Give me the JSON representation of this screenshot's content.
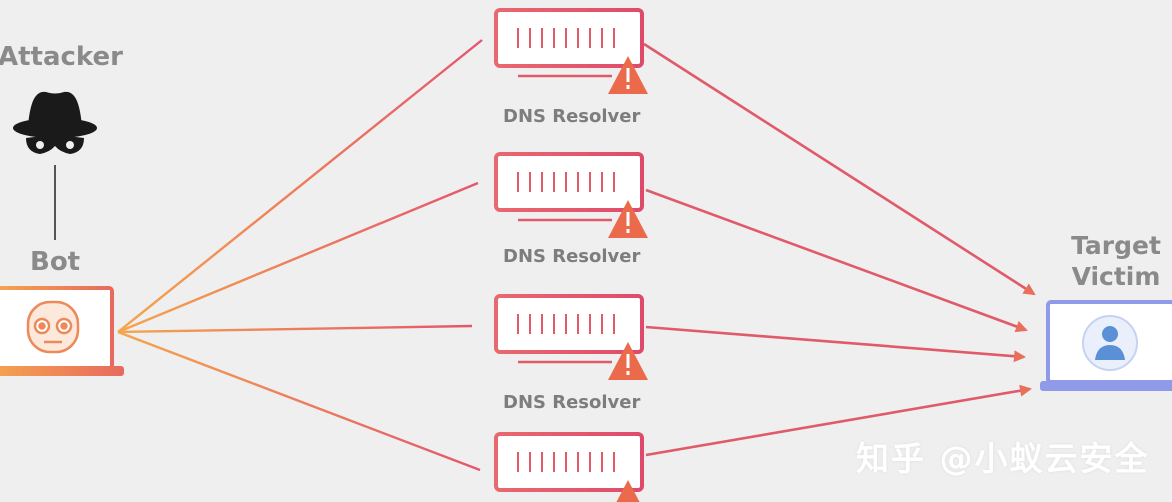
{
  "labels": {
    "attacker": "Attacker",
    "bot": "Bot",
    "target_line1": "Target",
    "target_line2": "Victim",
    "dns_resolver": "DNS Resolver"
  },
  "watermark": "知乎 @小蚁云安全",
  "colors": {
    "background": "#efefef",
    "text": "#8a8a8a",
    "gradient_start": "#f09a4a",
    "gradient_end": "#e0506a",
    "victim_border": "#8f9be8",
    "victim_icon": "#5b8fd6",
    "warning": "#ec6a4c"
  },
  "icons": [
    "spy-hat-icon",
    "robot-face-icon",
    "server-icon",
    "warning-icon",
    "user-icon"
  ]
}
